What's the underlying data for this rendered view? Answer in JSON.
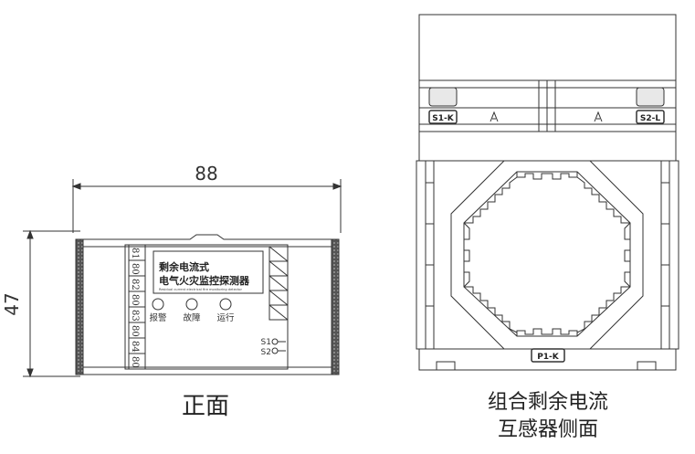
{
  "front_view": {
    "caption": "正面",
    "dimension_width": "88",
    "dimension_height": "47",
    "device_title_line1": "剩余电流式",
    "device_title_line2": "电气火灾监控探测器",
    "device_subtitle": "Residual current electrical fire monitoring detector",
    "terminal_labels": [
      "81",
      "80",
      "82",
      "80",
      "83",
      "80",
      "84",
      "80"
    ],
    "indicators": [
      {
        "label": "报警"
      },
      {
        "label": "故障"
      },
      {
        "label": "运行"
      }
    ],
    "switch_labels": [
      "S1",
      "S2"
    ]
  },
  "side_view": {
    "caption_line1": "组合剩余电流",
    "caption_line2": "互感器侧面",
    "terminal_left": "S1-K",
    "terminal_right": "S2-L",
    "bottom_label": "P1-K"
  }
}
